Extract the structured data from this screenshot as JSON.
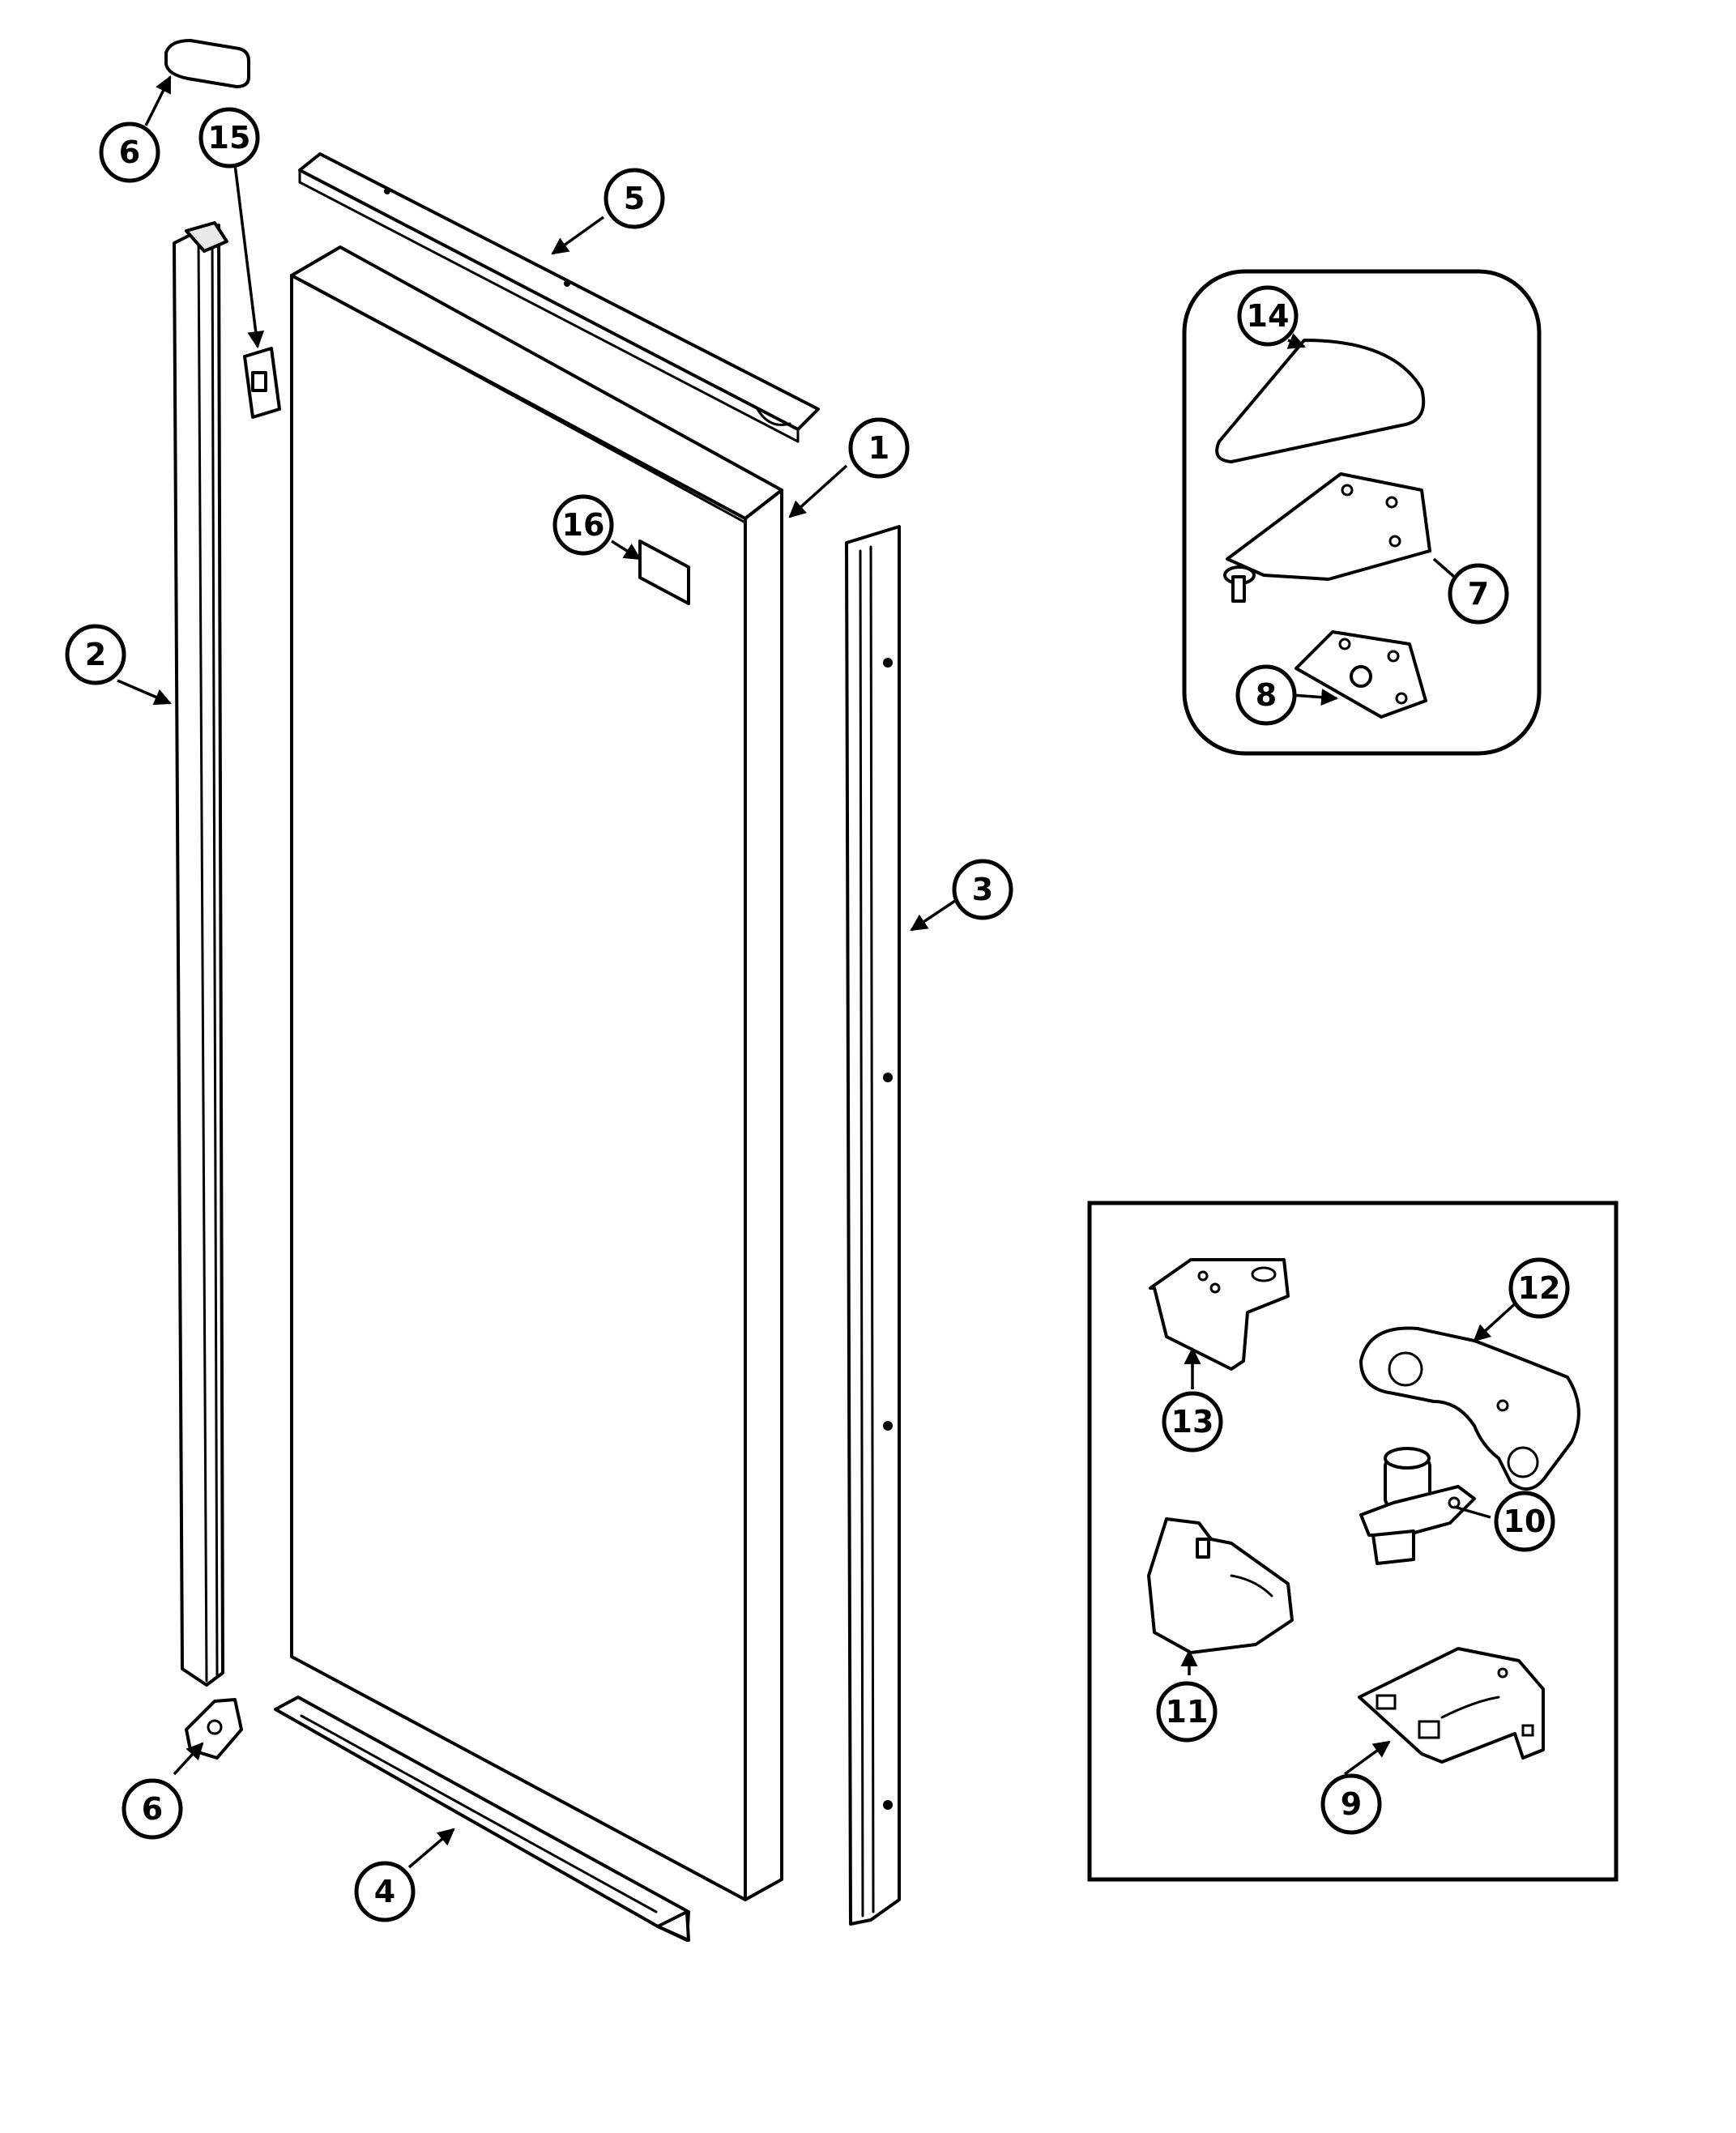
{
  "diagram": {
    "callouts": {
      "c1": "1",
      "c2": "2",
      "c3": "3",
      "c4": "4",
      "c5": "5",
      "c6_top": "6",
      "c6_bottom": "6",
      "c7": "7",
      "c8": "8",
      "c9": "9",
      "c10": "10",
      "c11": "11",
      "c12": "12",
      "c13": "13",
      "c14": "14",
      "c15": "15",
      "c16": "16"
    }
  },
  "colors": {
    "line": "#000000",
    "background": "#ffffff"
  }
}
